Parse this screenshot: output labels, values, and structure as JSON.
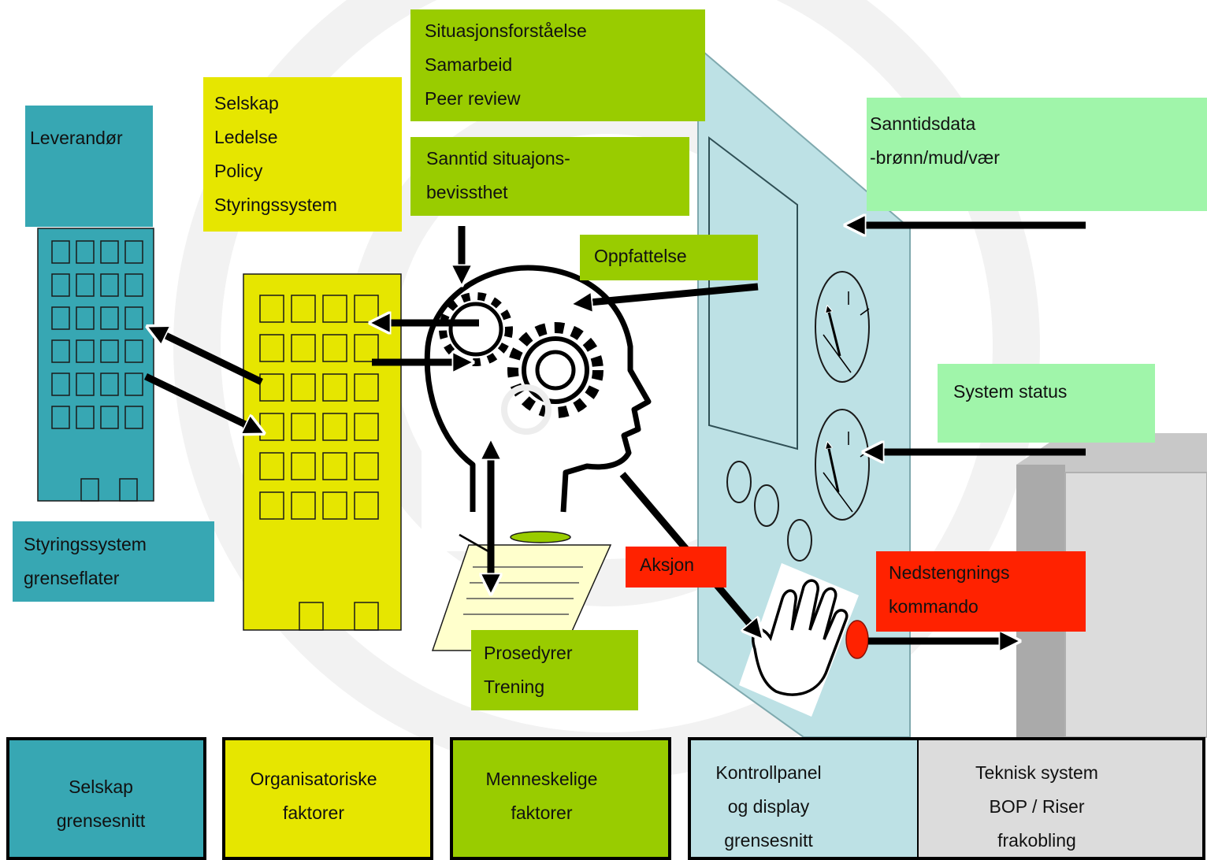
{
  "colors": {
    "teal": "#37a7b3",
    "yellow": "#e6e600",
    "green": "#99cc00",
    "light_green": "#a0f5aa",
    "light_blue": "#bde1e5",
    "gray": "#dcdcdc",
    "red": "#ff2200",
    "paper": "#ffffcc",
    "black": "#000000"
  },
  "labels": {
    "leverandor": "Leverandør",
    "selskap_block": "Selskap\nLedelse\nPolicy\nStyringssystem",
    "situasjon_block": "Situasjonsforståelse\nSamarbeid\nPeer review",
    "sanntid_situasjon": "Sanntid situajons-\nbevissthet",
    "oppfattelse": "Oppfattelse",
    "sanntidsdata": "Sanntidsdata\n -brønn/mud/vær",
    "system_status": "System status",
    "styringssystem_grenseflater": "Styringssystem\ngrenseflater",
    "aksjon": "Aksjon",
    "nedstengnings": "Nedstengnings\nkommando",
    "prosedyrer": "Prosedyrer\nTrening"
  },
  "legend": {
    "selskap": "Selskap\ngrensesnitt",
    "organisatoriske": "Organisatoriske\nfaktorer",
    "menneskelige": "Menneskelige\nfaktorer",
    "kontrollpanel": "Kontrollpanel\nog display\ngrensesnitt",
    "teknisk": "Teknisk system\nBOP / Riser\nfrakobling"
  },
  "icons": {
    "building_supplier": "office-building-icon",
    "building_company": "office-building-icon",
    "head": "head-with-gears-icon",
    "hand": "hand-icon",
    "document": "document-icon",
    "gauge": "gauge-icon",
    "button": "emergency-button-icon"
  }
}
